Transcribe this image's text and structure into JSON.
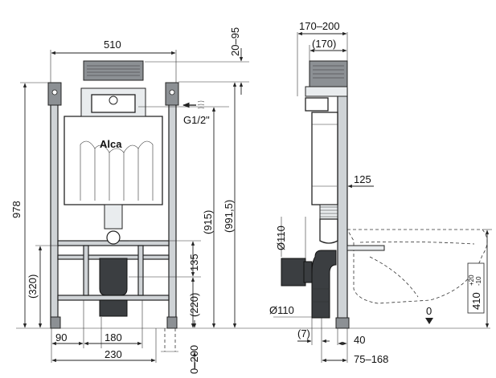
{
  "brand": "Alca",
  "inlet_label": "G1/2\"",
  "front_view": {
    "width_label": "510",
    "height_total_label": "978",
    "height_320_label": "(320)",
    "height_915_label": "(915)",
    "height_991_label": "(991,5)",
    "top_offset_label": "20–95",
    "height_135_label": "135",
    "height_220_label": "(220)",
    "bottom_90_label": "90",
    "bottom_180_label": "180",
    "bottom_230_label": "230",
    "floor_adjust_label": "0–200"
  },
  "side_view": {
    "top_range_label": "170–200",
    "top_fixed_label": "(170)",
    "depth_125_label": "125",
    "pipe_upper_label": "Ø110",
    "pipe_lower_label": "Ø110",
    "offset_7_label": "(7)",
    "offset_40_label": "40",
    "offset_range_label": "75–168",
    "height_410_label": "410",
    "tol_plus_label": "+20",
    "tol_minus_label": "-10",
    "zero_label": "0"
  },
  "colors": {
    "frame": "#cfd3d6",
    "frame_dark": "#8c9094",
    "pipe": "#3b3e41",
    "line": "#222222"
  }
}
